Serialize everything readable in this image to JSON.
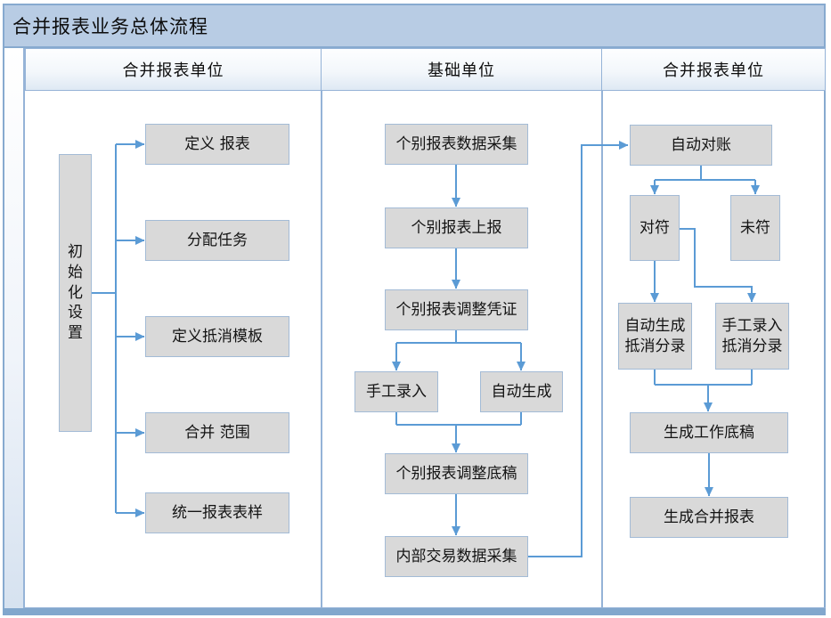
{
  "title": "合并报表业务总体流程",
  "lanes": [
    {
      "label": "合并报表单位"
    },
    {
      "label": "基础单位"
    },
    {
      "label": "合并报表单位"
    }
  ],
  "nodes": {
    "init_setup": {
      "label": "初始化设置"
    },
    "define_report": {
      "label": "定义 报表"
    },
    "assign_task": {
      "label": "分配任务"
    },
    "define_elimination_template": {
      "label": "定义抵消模板"
    },
    "consolidation_scope": {
      "label": "合并 范围"
    },
    "unified_report_format": {
      "label": "统一报表表样"
    },
    "individual_report_data_collection": {
      "label": "个别报表数据采集"
    },
    "individual_report_submission": {
      "label": "个别报表上报"
    },
    "individual_report_adjustment_voucher": {
      "label": "个别报表调整凭证"
    },
    "manual_entry": {
      "label": "手工录入"
    },
    "auto_generate": {
      "label": "自动生成"
    },
    "individual_report_adjustment_draft": {
      "label": "个别报表调整底稿"
    },
    "internal_transaction_data_collection": {
      "label": "内部交易数据采集"
    },
    "auto_reconciliation": {
      "label": "自动对账"
    },
    "matched": {
      "label": "对符"
    },
    "unmatched": {
      "label": "未符"
    },
    "auto_generate_elimination_entries": {
      "label": "自动生成抵消分录"
    },
    "manual_entry_elimination_entries": {
      "label": "手工录入抵消分录"
    },
    "generate_working_paper": {
      "label": "生成工作底稿"
    },
    "generate_consolidated_report": {
      "label": "生成合并报表"
    }
  },
  "edges": [
    {
      "from": "初始化设置",
      "to": "定义 报表"
    },
    {
      "from": "初始化设置",
      "to": "分配任务"
    },
    {
      "from": "初始化设置",
      "to": "定义抵消模板"
    },
    {
      "from": "初始化设置",
      "to": "合并 范围"
    },
    {
      "from": "初始化设置",
      "to": "统一报表表样"
    },
    {
      "from": "个别报表数据采集",
      "to": "个别报表上报"
    },
    {
      "from": "个别报表上报",
      "to": "个别报表调整凭证"
    },
    {
      "from": "个别报表调整凭证",
      "to": "手工录入"
    },
    {
      "from": "个别报表调整凭证",
      "to": "自动生成"
    },
    {
      "from": "手工录入",
      "to": "个别报表调整底稿"
    },
    {
      "from": "自动生成",
      "to": "个别报表调整底稿"
    },
    {
      "from": "个别报表调整底稿",
      "to": "内部交易数据采集"
    },
    {
      "from": "内部交易数据采集",
      "to": "自动对账"
    },
    {
      "from": "自动对账",
      "to": "对符"
    },
    {
      "from": "自动对账",
      "to": "未符"
    },
    {
      "from": "对符",
      "to": "自动生成抵消分录"
    },
    {
      "from": "对符",
      "to": "手工录入抵消分录"
    },
    {
      "from": "自动生成抵消分录",
      "to": "生成工作底稿"
    },
    {
      "from": "手工录入抵消分录",
      "to": "生成工作底稿"
    },
    {
      "from": "生成工作底稿",
      "to": "生成合并报表"
    }
  ],
  "colors": {
    "title_bar": "#b8cce4",
    "lane_border": "#95b3d7",
    "node_fill": "#d9d9d9",
    "node_border": "#a3bbd6",
    "connector": "#5b9bd5",
    "bottom_strip": "#82a7cd"
  }
}
